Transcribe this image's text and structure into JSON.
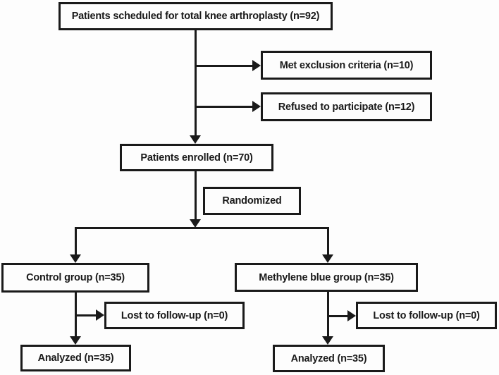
{
  "diagram": {
    "type": "flowchart",
    "nodes": {
      "scheduled": {
        "label": "Patients scheduled for total knee arthroplasty (n=92)"
      },
      "met_exclusion": {
        "label": "Met exclusion criteria (n=10)"
      },
      "refused": {
        "label": "Refused to participate (n=12)"
      },
      "enrolled": {
        "label": "Patients enrolled (n=70)"
      },
      "randomized": {
        "label": "Randomized"
      },
      "control": {
        "label": "Control group (n=35)"
      },
      "methylene": {
        "label": "Methylene blue group (n=35)"
      },
      "lost_control": {
        "label": "Lost to follow-up (n=0)"
      },
      "analyzed_control": {
        "label": "Analyzed (n=35)"
      },
      "lost_methylene": {
        "label": "Lost to follow-up (n=0)"
      },
      "analyzed_methylene": {
        "label": "Analyzed (n=35)"
      }
    },
    "colors": {
      "ink": "#1a1a1a",
      "background": "#fdfdfd"
    }
  }
}
